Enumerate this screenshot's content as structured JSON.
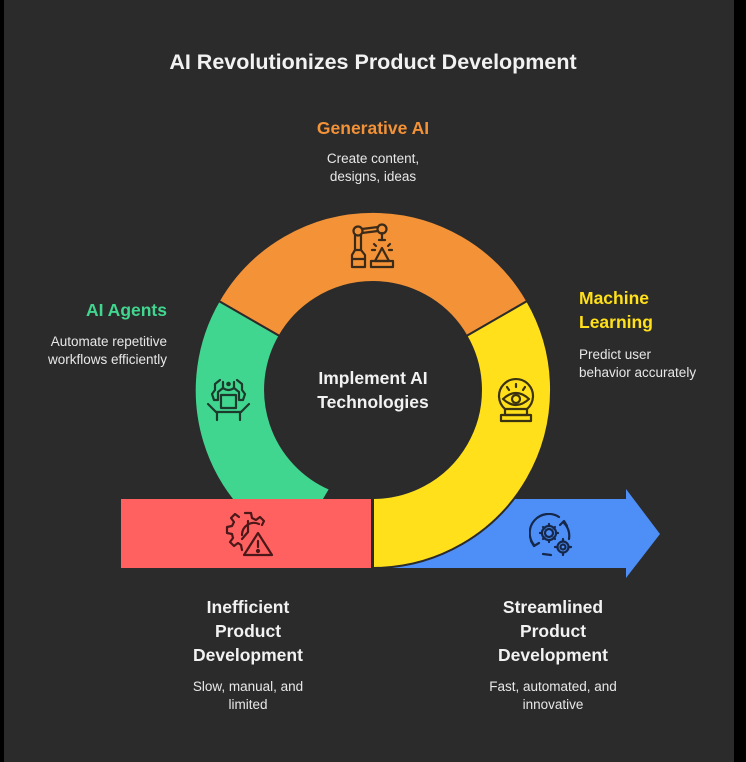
{
  "title": "AI Revolutionizes Product Development",
  "center": {
    "line1": "Implement AI",
    "line2": "Technologies"
  },
  "segments": [
    {
      "id": "generative-ai",
      "label": "Generative AI",
      "desc_line1": "Create content,",
      "desc_line2": "designs, ideas",
      "color": "#f39236",
      "icon": "robotic-arm-icon"
    },
    {
      "id": "ai-agents",
      "label": "AI Agents",
      "desc_line1": "Automate repetitive",
      "desc_line2": "workflows efficiently",
      "color": "#41d68f",
      "icon": "robot-assembly-icon"
    },
    {
      "id": "machine-learning",
      "label_line1": "Machine",
      "label_line2": "Learning",
      "desc_line1": "Predict user",
      "desc_line2": "behavior accurately",
      "color": "#ffe01a",
      "icon": "crystal-ball-eye-icon"
    }
  ],
  "outcomes": [
    {
      "id": "inefficient",
      "title_line1": "Inefficient",
      "title_line2": "Product",
      "title_line3": "Development",
      "desc_line1": "Slow, manual, and",
      "desc_line2": "limited",
      "color": "#ff6161",
      "icon": "gear-warning-icon"
    },
    {
      "id": "streamlined",
      "title_line1": "Streamlined",
      "title_line2": "Product",
      "title_line3": "Development",
      "desc_line1": "Fast, automated, and",
      "desc_line2": "innovative",
      "color": "#4d8ef7",
      "icon": "gears-cycle-icon"
    }
  ],
  "colors": {
    "background": "#2b2b2b",
    "text": "#f2f2f2",
    "orange": "#f39236",
    "green": "#41d68f",
    "yellow": "#ffe01a",
    "red": "#ff6161",
    "blue": "#4d8ef7"
  }
}
